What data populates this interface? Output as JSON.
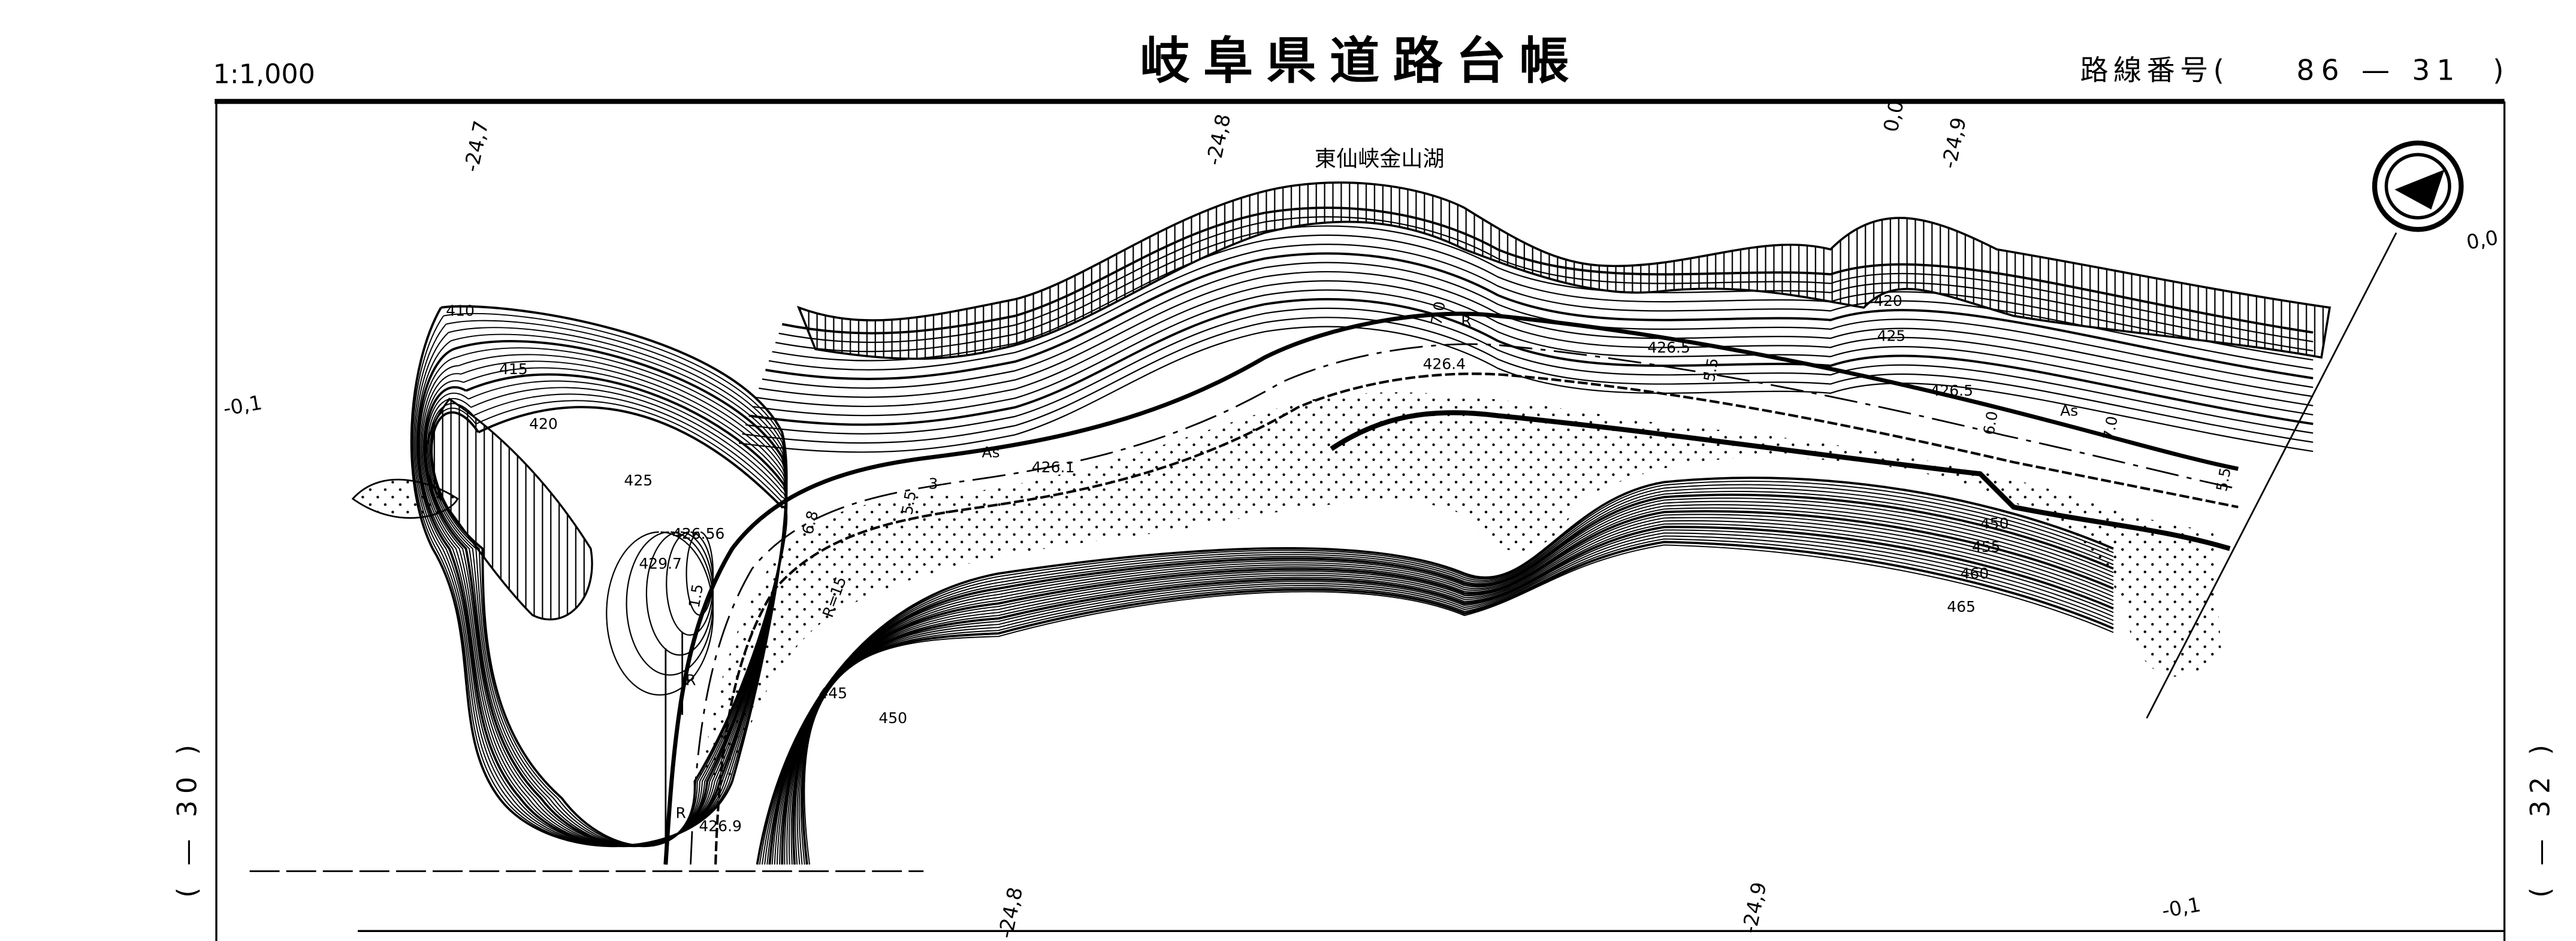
{
  "header": {
    "scale": "1:1,000",
    "title": "岐阜県道路台帳",
    "route_label": "路線番号(",
    "route_number": "86 — 31",
    "route_close": ")"
  },
  "side": {
    "left_sheet": "( — 30 )",
    "right_sheet": "( — 32 )"
  },
  "place_name": "東仙峡金山湖",
  "stations": {
    "top": [
      "-24,7",
      "-24,8",
      "0,0",
      "-24,9",
      "0,0"
    ],
    "left": "-0,1",
    "bottom": [
      "-24,8",
      "-24,9",
      "-0,1"
    ]
  },
  "contour_labels": [
    "410",
    "415",
    "420",
    "425",
    "445",
    "450",
    "420",
    "425",
    "450",
    "455",
    "460",
    "465"
  ],
  "elevations": [
    "426.56",
    "429.7",
    "426.1",
    "426.4",
    "426.5",
    "426.5",
    "426.9"
  ],
  "road_marks": {
    "surface": [
      "As",
      "As"
    ],
    "curve": [
      "R",
      "R",
      "R",
      "R=15"
    ],
    "widths": [
      "5.5",
      "3",
      "6.8",
      "7.0",
      "5.5",
      "6.0",
      "7.0",
      "5.5",
      "1.5"
    ]
  },
  "north_arrow": "north-arrow-icon",
  "colors": {
    "ink": "#000000",
    "paper": "#ffffff"
  }
}
